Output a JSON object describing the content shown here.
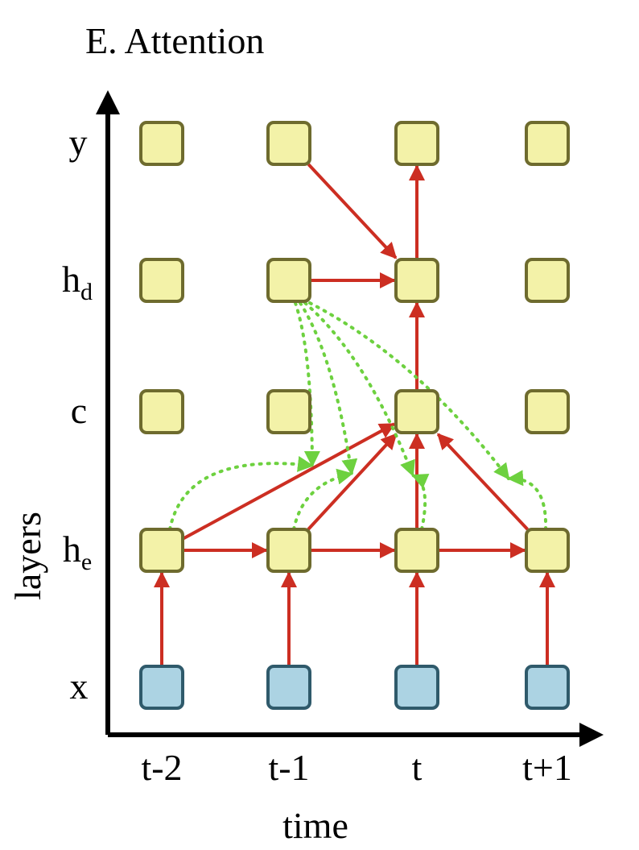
{
  "title": "E. Attention",
  "axes": {
    "x_label": "time",
    "y_label": "layers"
  },
  "columns": [
    "t-2",
    "t-1",
    "t",
    "t+1"
  ],
  "rows": [
    {
      "key": "y",
      "base": "y",
      "sub": ""
    },
    {
      "key": "hd",
      "base": "h",
      "sub": "d"
    },
    {
      "key": "c",
      "base": "c",
      "sub": ""
    },
    {
      "key": "he",
      "base": "h",
      "sub": "e"
    },
    {
      "key": "x",
      "base": "x",
      "sub": ""
    }
  ],
  "colors": {
    "hidden_fill": "#f3f2a8",
    "hidden_stroke": "#6e6b2e",
    "input_fill": "#acd3e3",
    "input_stroke": "#2f5a6b",
    "edge": "#cc2e22",
    "attention": "#6dd13f",
    "axis": "#000000"
  },
  "nodes": [
    {
      "row": "y",
      "col": 0,
      "kind": "hidden"
    },
    {
      "row": "y",
      "col": 1,
      "kind": "hidden"
    },
    {
      "row": "y",
      "col": 2,
      "kind": "hidden"
    },
    {
      "row": "y",
      "col": 3,
      "kind": "hidden"
    },
    {
      "row": "hd",
      "col": 0,
      "kind": "hidden"
    },
    {
      "row": "hd",
      "col": 1,
      "kind": "hidden"
    },
    {
      "row": "hd",
      "col": 2,
      "kind": "hidden"
    },
    {
      "row": "hd",
      "col": 3,
      "kind": "hidden"
    },
    {
      "row": "c",
      "col": 0,
      "kind": "hidden"
    },
    {
      "row": "c",
      "col": 1,
      "kind": "hidden"
    },
    {
      "row": "c",
      "col": 2,
      "kind": "hidden"
    },
    {
      "row": "c",
      "col": 3,
      "kind": "hidden"
    },
    {
      "row": "he",
      "col": 0,
      "kind": "hidden"
    },
    {
      "row": "he",
      "col": 1,
      "kind": "hidden"
    },
    {
      "row": "he",
      "col": 2,
      "kind": "hidden"
    },
    {
      "row": "he",
      "col": 3,
      "kind": "hidden"
    },
    {
      "row": "x",
      "col": 0,
      "kind": "input"
    },
    {
      "row": "x",
      "col": 1,
      "kind": "input"
    },
    {
      "row": "x",
      "col": 2,
      "kind": "input"
    },
    {
      "row": "x",
      "col": 3,
      "kind": "input"
    }
  ],
  "edges": [
    {
      "from": [
        "x",
        0
      ],
      "to": [
        "he",
        0
      ]
    },
    {
      "from": [
        "x",
        1
      ],
      "to": [
        "he",
        1
      ]
    },
    {
      "from": [
        "x",
        2
      ],
      "to": [
        "he",
        2
      ]
    },
    {
      "from": [
        "x",
        3
      ],
      "to": [
        "he",
        3
      ]
    },
    {
      "from": [
        "he",
        0
      ],
      "to": [
        "he",
        1
      ]
    },
    {
      "from": [
        "he",
        1
      ],
      "to": [
        "he",
        2
      ]
    },
    {
      "from": [
        "he",
        2
      ],
      "to": [
        "he",
        3
      ]
    },
    {
      "from": [
        "he",
        0
      ],
      "to": [
        "c",
        2
      ]
    },
    {
      "from": [
        "he",
        1
      ],
      "to": [
        "c",
        2
      ]
    },
    {
      "from": [
        "he",
        2
      ],
      "to": [
        "c",
        2
      ]
    },
    {
      "from": [
        "he",
        3
      ],
      "to": [
        "c",
        2
      ]
    },
    {
      "from": [
        "c",
        2
      ],
      "to": [
        "hd",
        2
      ]
    },
    {
      "from": [
        "hd",
        1
      ],
      "to": [
        "hd",
        2
      ]
    },
    {
      "from": [
        "y",
        1
      ],
      "to": [
        "hd",
        2
      ]
    },
    {
      "from": [
        "hd",
        2
      ],
      "to": [
        "y",
        2
      ]
    }
  ],
  "attention_links": [
    {
      "from": [
        "hd",
        1
      ],
      "to_col": 0
    },
    {
      "from": [
        "hd",
        1
      ],
      "to_col": 1
    },
    {
      "from": [
        "hd",
        1
      ],
      "to_col": 2
    },
    {
      "from": [
        "hd",
        1
      ],
      "to_col": 3
    }
  ]
}
